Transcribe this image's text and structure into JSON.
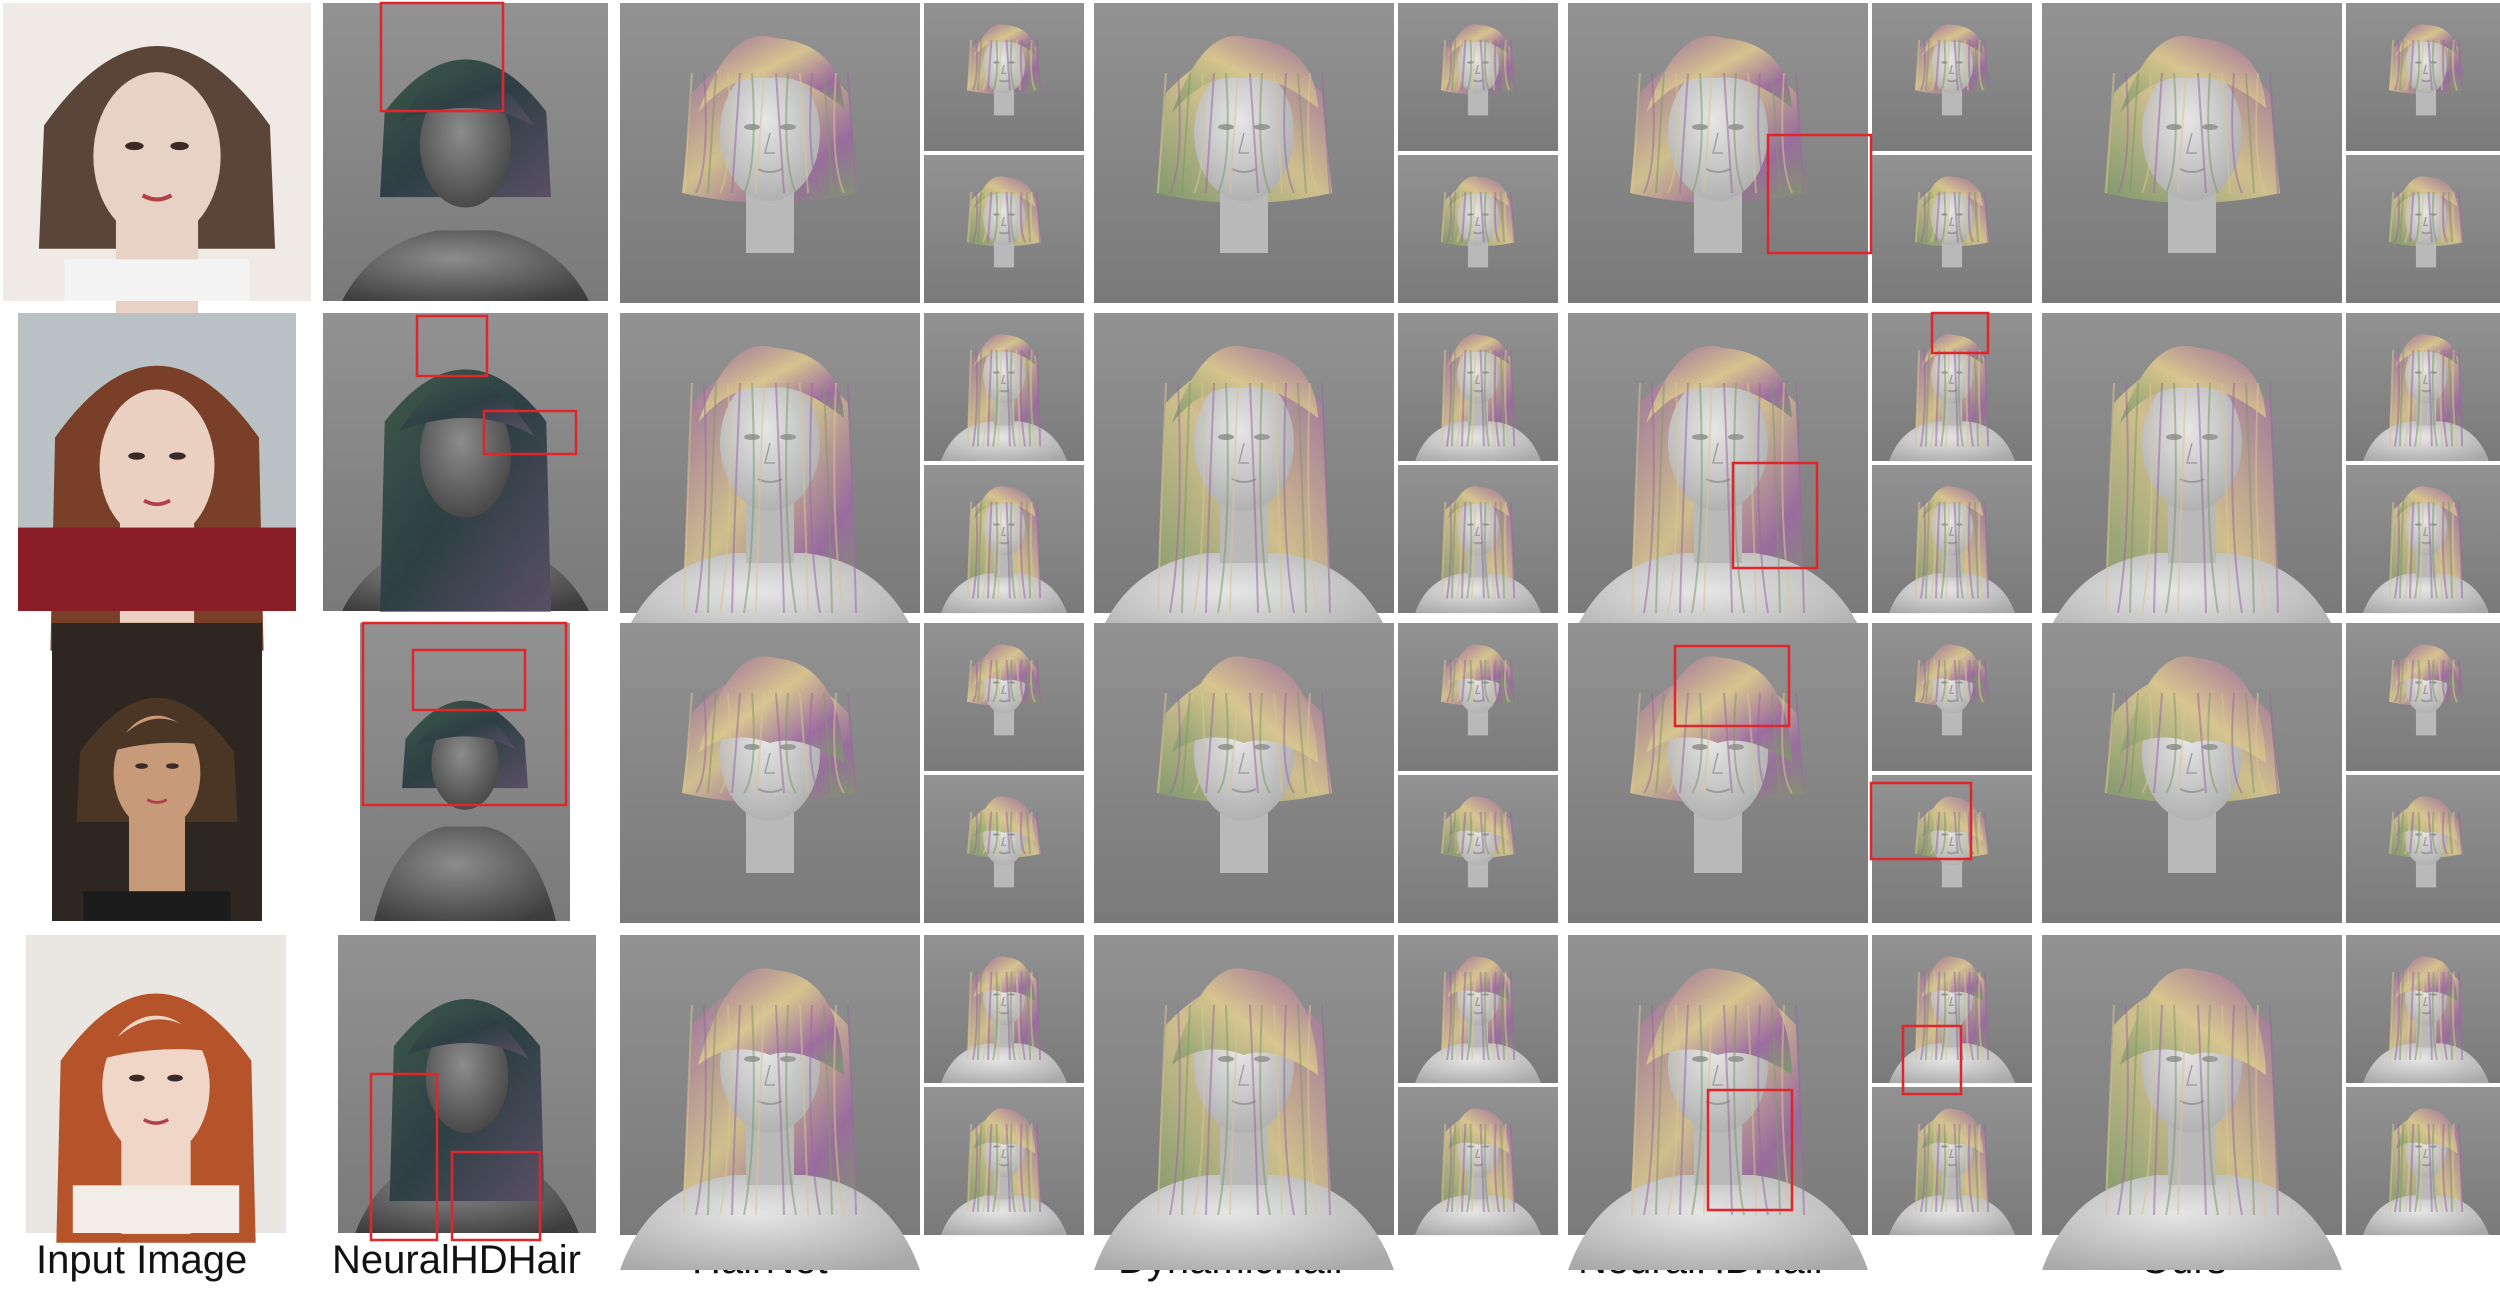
{
  "captions": {
    "input": "Input Image",
    "neuralhdhair": "NeuralHDHair",
    "hairnet": "HairNet",
    "dynamichair": "DynamicHair",
    "neuralhdhair_star": "NeuralHDHair*",
    "ours": "Ours"
  },
  "rows": [
    {
      "subject": "woman-short-wavy-bob",
      "hair_color": "#5a4538",
      "skin_color": "#e8d2c6",
      "bg_color": "#efeae6"
    },
    {
      "subject": "woman-long-auburn-waves",
      "hair_color": "#7a3f28",
      "skin_color": "#ead0c0",
      "bg_color": "#b9c1c4"
    },
    {
      "subject": "man-brown-fringe",
      "hair_color": "#4b3524",
      "skin_color": "#c79a7a",
      "bg_color": "#2e2620"
    },
    {
      "subject": "woman-orange-bangs",
      "hair_color": "#b5542a",
      "skin_color": "#f0d6c6",
      "bg_color": "#eae6e2"
    }
  ],
  "colors": {
    "hair_purple": "#9b6aa0",
    "hair_yellow": "#d8c58e",
    "hair_green": "#7d9a6a",
    "hair_dark_green": "#3e5a48",
    "mannequin": "#c9c9c9",
    "highlight_box": "#e0262a"
  }
}
